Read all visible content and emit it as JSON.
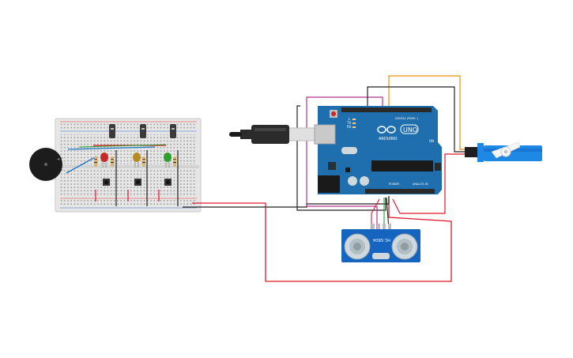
{
  "board": {
    "brand": "ARDUINO",
    "model": "UNO",
    "digital_label": "DIGITAL (PWM~)",
    "analog_label": "ANALOG IN",
    "power_label": "POWER",
    "tx_label": "TX",
    "rx_label": "RX",
    "l_label": "L",
    "on_label": "ON"
  },
  "sensor": {
    "model": "HC-SR04"
  },
  "colors": {
    "wire_red": "#e0192b",
    "wire_black": "#222222",
    "wire_orange": "#e8900c",
    "wire_magenta": "#b2338f",
    "wire_blue": "#1e78c8",
    "wire_green": "#2aa02a",
    "wire_white": "#dddddd",
    "board_blue": "#1f6fae",
    "sensor_blue": "#1565c0",
    "servo_blue": "#1e88e5"
  },
  "icons": [
    "piezo-buzzer-icon",
    "usb-plug-icon",
    "servo-motor-icon",
    "ultrasonic-sensor-icon",
    "arduino-infinity-logo-icon"
  ]
}
